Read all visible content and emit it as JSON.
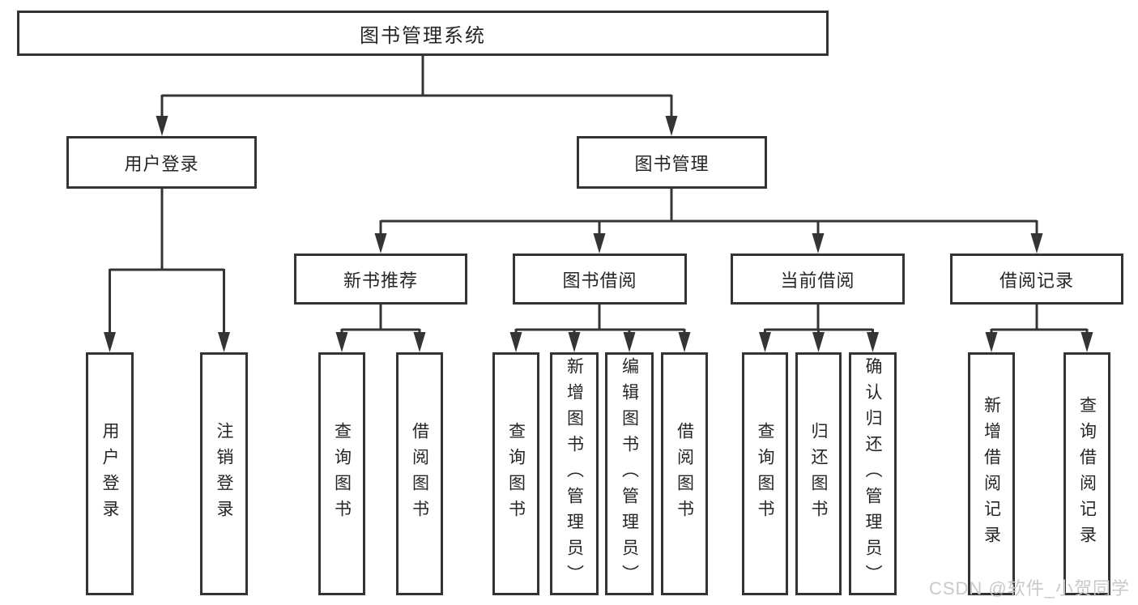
{
  "colors": {
    "line": "#343434",
    "text": "#262626",
    "watermark": "#c9c9c9",
    "background": "#ffffff"
  },
  "tree": {
    "root": {
      "label": "图书管理系统"
    },
    "branches": [
      {
        "label": "用户登录",
        "children": [
          {
            "label": "用户登录"
          },
          {
            "label": "注销登录"
          }
        ]
      },
      {
        "label": "图书管理",
        "children": [
          {
            "label": "新书推荐",
            "children": [
              {
                "label": "查询图书"
              },
              {
                "label": "借阅图书"
              }
            ]
          },
          {
            "label": "图书借阅",
            "children": [
              {
                "label": "查询图书"
              },
              {
                "label": "新增图书（管理员）"
              },
              {
                "label": "编辑图书（管理员）"
              },
              {
                "label": "借阅图书"
              }
            ]
          },
          {
            "label": "当前借阅",
            "children": [
              {
                "label": "查询图书"
              },
              {
                "label": "归还图书"
              },
              {
                "label": "确认归还（管理员）"
              }
            ]
          },
          {
            "label": "借阅记录",
            "children": [
              {
                "label": "新增借阅记录"
              },
              {
                "label": "查询借阅记录"
              }
            ]
          }
        ]
      }
    ]
  },
  "watermark": {
    "text": "CSDN @软件_小贺同学"
  }
}
